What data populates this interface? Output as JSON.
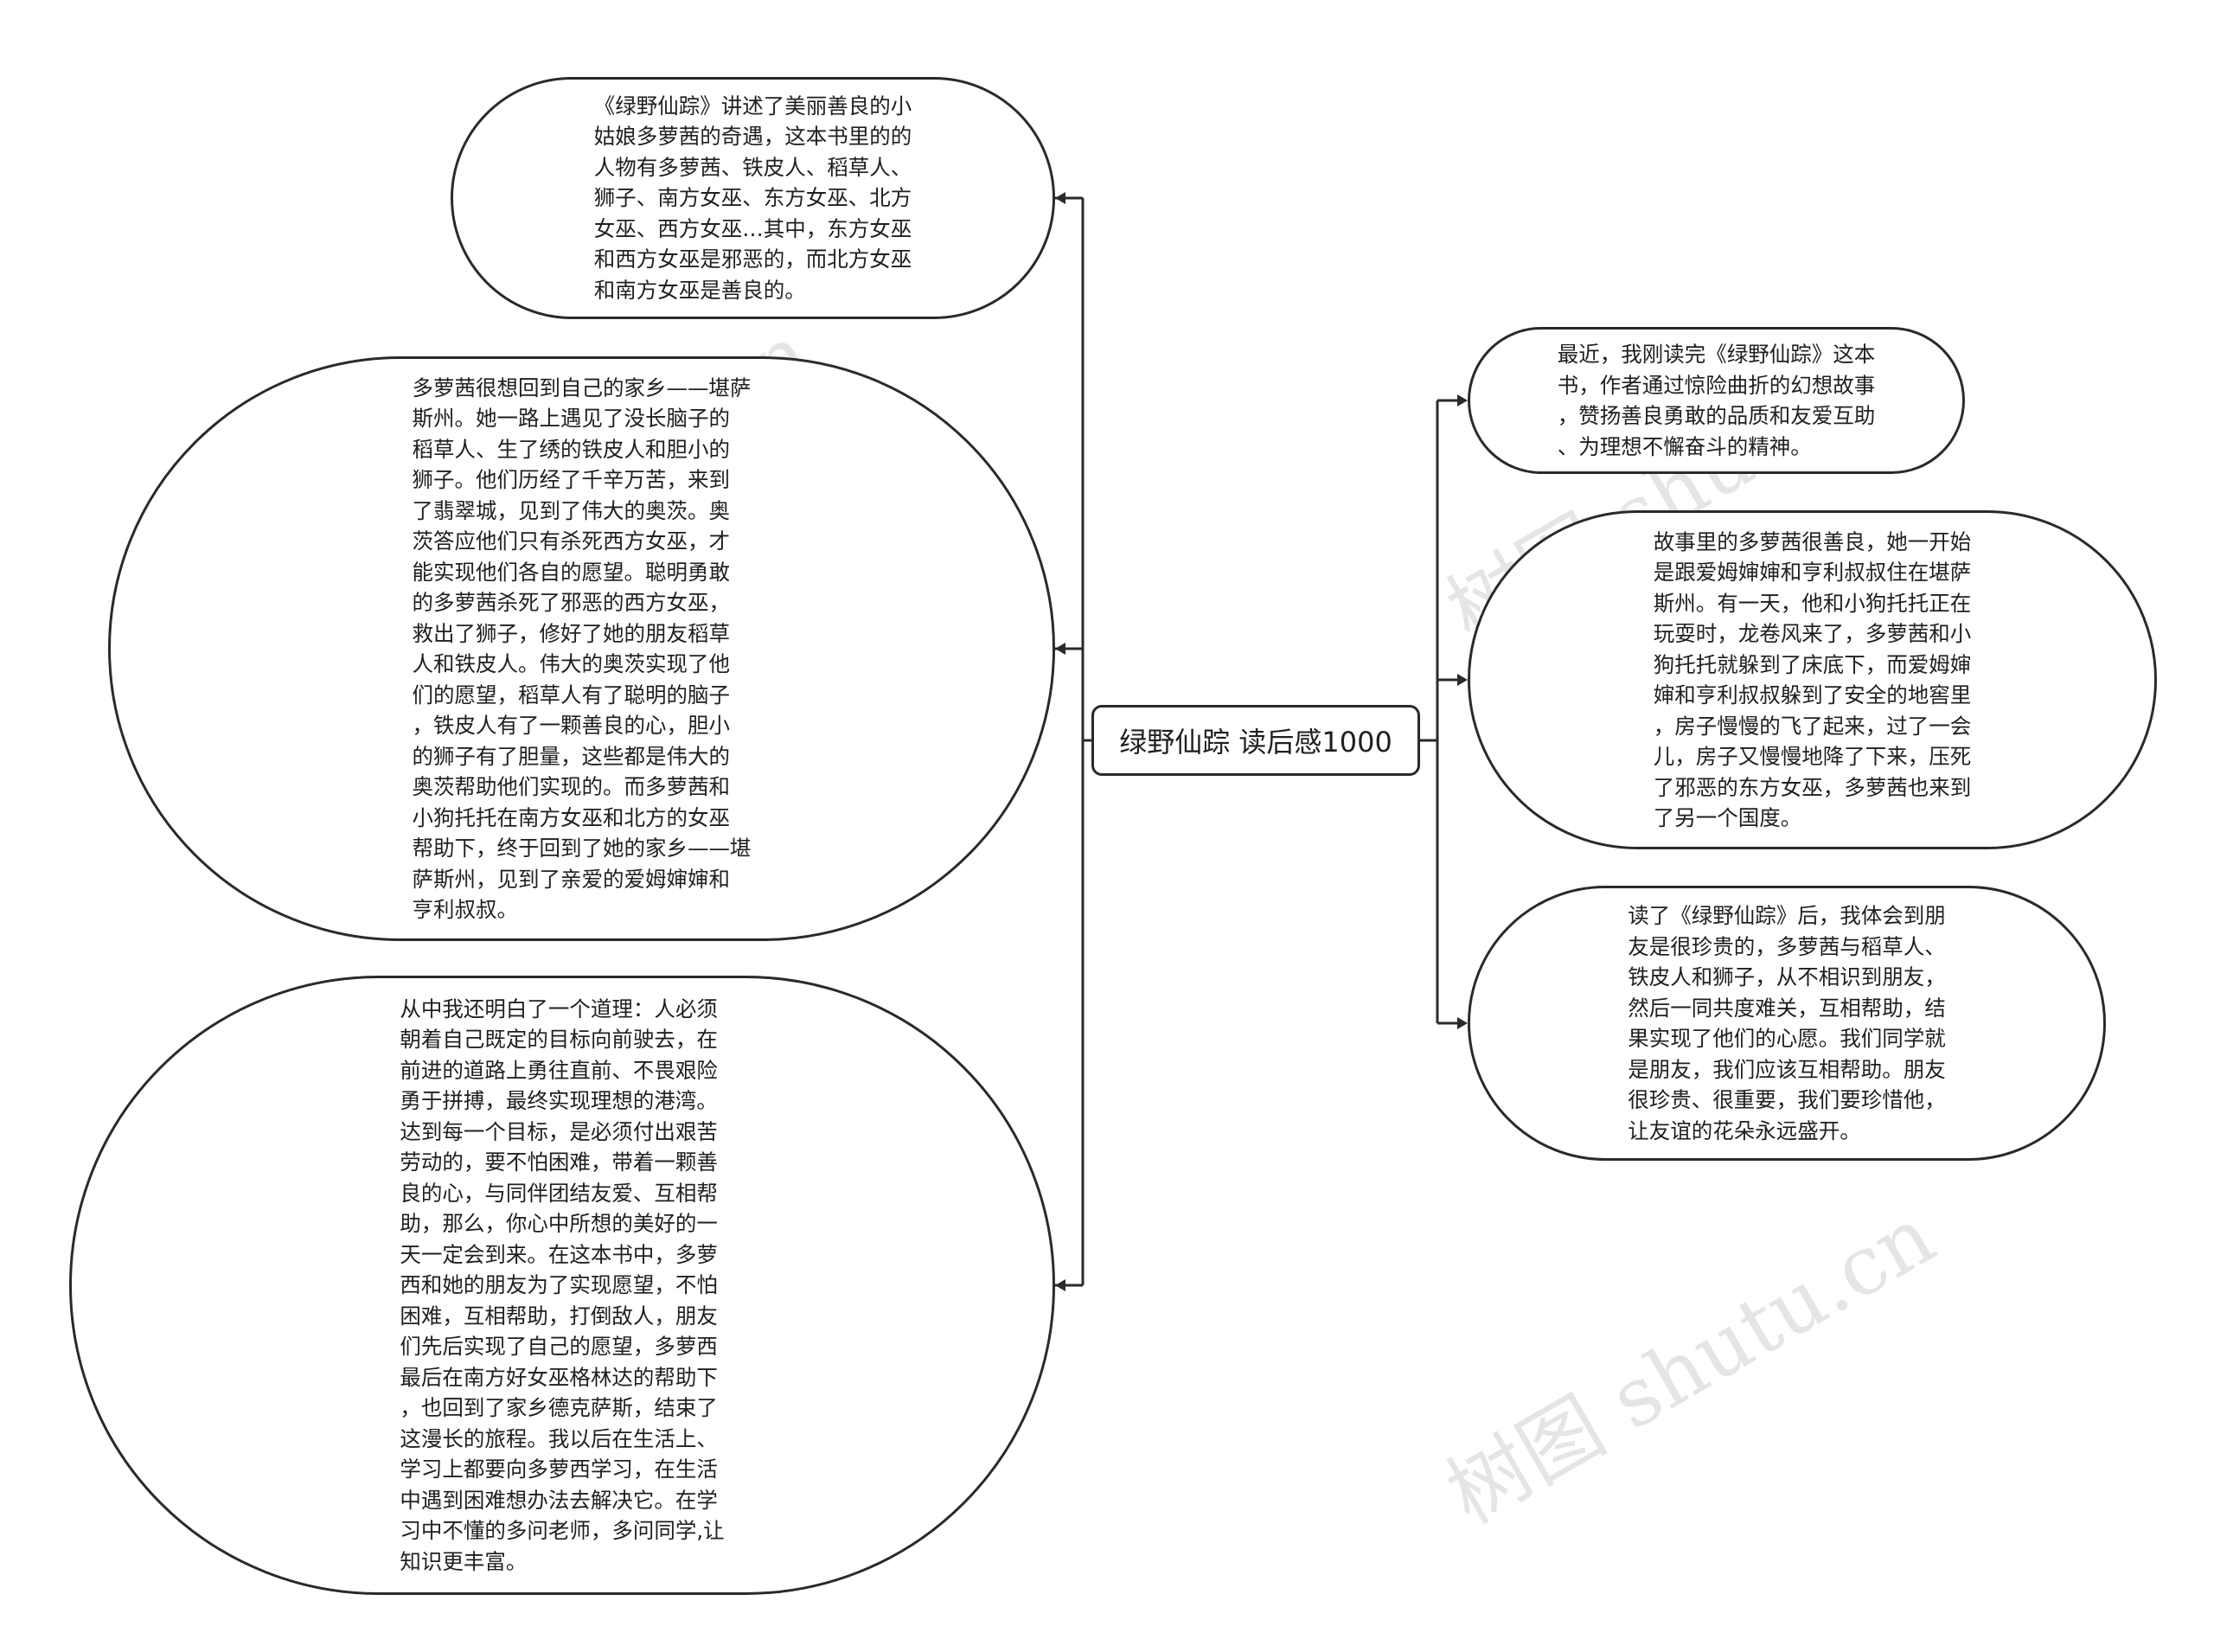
{
  "root": {
    "title": "绿野仙踪 读后感1000"
  },
  "left_nodes": [
    {
      "text": "《绿野仙踪》讲述了美丽善良的小\n姑娘多萝茜的奇遇，这本书里的的\n人物有多萝茜、铁皮人、稻草人、\n狮子、南方女巫、东方女巫、北方\n女巫、西方女巫…其中，东方女巫\n和西方女巫是邪恶的，而北方女巫\n和南方女巫是善良的。"
    },
    {
      "text": "多萝茜很想回到自己的家乡——堪萨\n斯州。她一路上遇见了没长脑子的\n稻草人、生了绣的铁皮人和胆小的\n狮子。他们历经了千辛万苦，来到\n了翡翠城，见到了伟大的奥茨。奥\n茨答应他们只有杀死西方女巫，才\n能实现他们各自的愿望。聪明勇敢\n的多萝茜杀死了邪恶的西方女巫，\n救出了狮子，修好了她的朋友稻草\n人和铁皮人。伟大的奥茨实现了他\n们的愿望，稻草人有了聪明的脑子\n，铁皮人有了一颗善良的心，胆小\n的狮子有了胆量，这些都是伟大的\n奥茨帮助他们实现的。而多萝茜和\n小狗托托在南方女巫和北方的女巫\n帮助下，终于回到了她的家乡——堪\n萨斯州，见到了亲爱的爱姆婶婶和\n亨利叔叔。"
    },
    {
      "text": "从中我还明白了一个道理：人必须\n朝着自己既定的目标向前驶去，在\n前进的道路上勇往直前、不畏艰险\n勇于拼搏，最终实现理想的港湾。\n达到每一个目标，是必须付出艰苦\n劳动的，要不怕困难，带着一颗善\n良的心，与同伴团结友爱、互相帮\n助，那么，你心中所想的美好的一\n天一定会到来。在这本书中，多萝\n西和她的朋友为了实现愿望，不怕\n困难，互相帮助，打倒敌人，朋友\n们先后实现了自己的愿望，多萝西\n最后在南方好女巫格林达的帮助下\n，也回到了家乡德克萨斯，结束了\n这漫长的旅程。我以后在生活上、\n学习上都要向多萝西学习，在生活\n中遇到困难想办法去解决它。在学\n习中不懂的多问老师，多问同学,让\n知识更丰富。"
    }
  ],
  "right_nodes": [
    {
      "text": "最近，我刚读完《绿野仙踪》这本\n书，作者通过惊险曲折的幻想故事\n，赞扬善良勇敢的品质和友爱互助\n、为理想不懈奋斗的精神。"
    },
    {
      "text": "故事里的多萝茜很善良，她一开始\n是跟爱姆婶婶和亨利叔叔住在堪萨\n斯州。有一天，他和小狗托托正在\n玩耍时，龙卷风来了，多萝茜和小\n狗托托就躲到了床底下，而爱姆婶\n婶和亨利叔叔躲到了安全的地窖里\n，房子慢慢的飞了起来，过了一会\n儿，房子又慢慢地降了下来，压死\n了邪恶的东方女巫，多萝茜也来到\n了另一个国度。"
    },
    {
      "text": "读了《绿野仙踪》后，我体会到朋\n友是很珍贵的，多萝茜与稻草人、\n铁皮人和狮子，从不相识到朋友，\n然后一同共度难关，互相帮助，结\n果实现了他们的心愿。我们同学就\n是朋友，我们应该互相帮助。朋友\n很珍贵、很重要，我们要珍惜他，\n让友谊的花朵永远盛开。"
    }
  ],
  "watermark": {
    "text": "树图 shutu.cn"
  }
}
